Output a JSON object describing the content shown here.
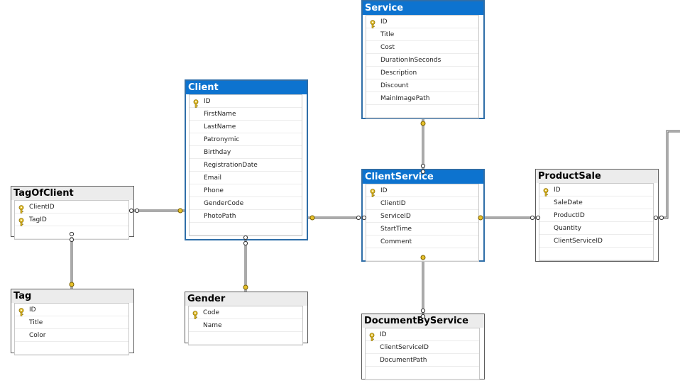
{
  "tables": {
    "service": {
      "title": "Service",
      "columns": [
        {
          "name": "ID",
          "pk": true
        },
        {
          "name": "Title"
        },
        {
          "name": "Cost"
        },
        {
          "name": "DurationInSeconds"
        },
        {
          "name": "Description"
        },
        {
          "name": "Discount"
        },
        {
          "name": "MainImagePath"
        }
      ]
    },
    "client": {
      "title": "Client",
      "columns": [
        {
          "name": "ID",
          "pk": true
        },
        {
          "name": "FirstName"
        },
        {
          "name": "LastName"
        },
        {
          "name": "Patronymic"
        },
        {
          "name": "Birthday"
        },
        {
          "name": "RegistrationDate"
        },
        {
          "name": "Email"
        },
        {
          "name": "Phone"
        },
        {
          "name": "GenderCode"
        },
        {
          "name": "PhotoPath"
        }
      ]
    },
    "tag_of_client": {
      "title": "TagOfClient",
      "columns": [
        {
          "name": "ClientID",
          "pk": true
        },
        {
          "name": "TagID",
          "pk": true
        }
      ]
    },
    "tag": {
      "title": "Tag",
      "columns": [
        {
          "name": "ID",
          "pk": true
        },
        {
          "name": "Title"
        },
        {
          "name": "Color"
        }
      ]
    },
    "gender": {
      "title": "Gender",
      "columns": [
        {
          "name": "Code",
          "pk": true
        },
        {
          "name": "Name"
        }
      ]
    },
    "client_service": {
      "title": "ClientService",
      "columns": [
        {
          "name": "ID",
          "pk": true
        },
        {
          "name": "ClientID"
        },
        {
          "name": "ServiceID"
        },
        {
          "name": "StartTime"
        },
        {
          "name": "Comment"
        }
      ]
    },
    "product_sale": {
      "title": "ProductSale",
      "columns": [
        {
          "name": "ID",
          "pk": true
        },
        {
          "name": "SaleDate"
        },
        {
          "name": "ProductID"
        },
        {
          "name": "Quantity"
        },
        {
          "name": "ClientServiceID"
        }
      ]
    },
    "document_by_service": {
      "title": "DocumentByService",
      "columns": [
        {
          "name": "ID",
          "pk": true
        },
        {
          "name": "ClientServiceID"
        },
        {
          "name": "DocumentPath"
        }
      ]
    }
  },
  "relationships": [
    {
      "from": "tag_of_client",
      "to": "client"
    },
    {
      "from": "tag_of_client",
      "to": "tag"
    },
    {
      "from": "client",
      "to": "gender"
    },
    {
      "from": "client_service",
      "to": "client"
    },
    {
      "from": "client_service",
      "to": "service"
    },
    {
      "from": "document_by_service",
      "to": "client_service"
    },
    {
      "from": "product_sale",
      "to": "client_service"
    }
  ],
  "colors": {
    "selected_header": "#0d73cf",
    "header": "#ececec",
    "key_icon": "#c9a20c",
    "line": "#555555"
  }
}
